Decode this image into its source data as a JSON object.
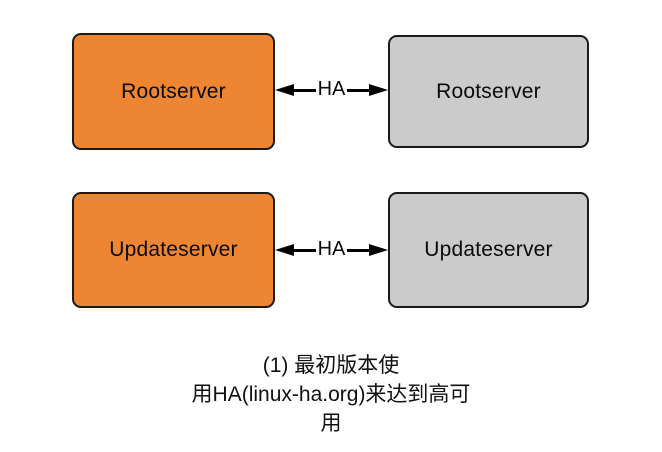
{
  "diagram": {
    "title_semantic": "HA server redundancy diagram",
    "colors": {
      "background": "#ffffff",
      "primary_fill": "#ee8533",
      "secondary_fill": "#cbcbcb",
      "node_border": "#1a1a1a",
      "arrow": "#000000",
      "text": "#0a0a0a"
    },
    "rows": [
      {
        "primary": {
          "label": "Rootserver"
        },
        "secondary": {
          "label": "Rootserver"
        },
        "link": {
          "label": "HA"
        }
      },
      {
        "primary": {
          "label": "Updateserver"
        },
        "secondary": {
          "label": "Updateserver"
        },
        "link": {
          "label": "HA"
        }
      }
    ],
    "caption": {
      "lines": [
        "(1) 最初版本使",
        "用HA(linux-ha.org)来达到高可",
        "用"
      ]
    }
  }
}
